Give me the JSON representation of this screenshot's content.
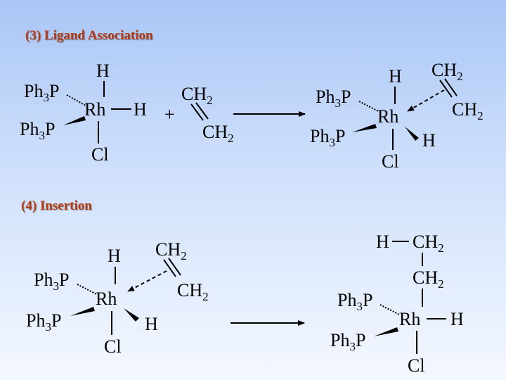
{
  "steps": {
    "association": {
      "title": "(3) Ligand Association"
    },
    "insertion": {
      "title": "(4) Insertion"
    }
  },
  "labels": {
    "h": "H",
    "rh": "Rh",
    "cl": "Cl",
    "ph": "Ph",
    "p": "P",
    "three": "3",
    "ch": "CH",
    "two": "2",
    "plus": "+"
  }
}
